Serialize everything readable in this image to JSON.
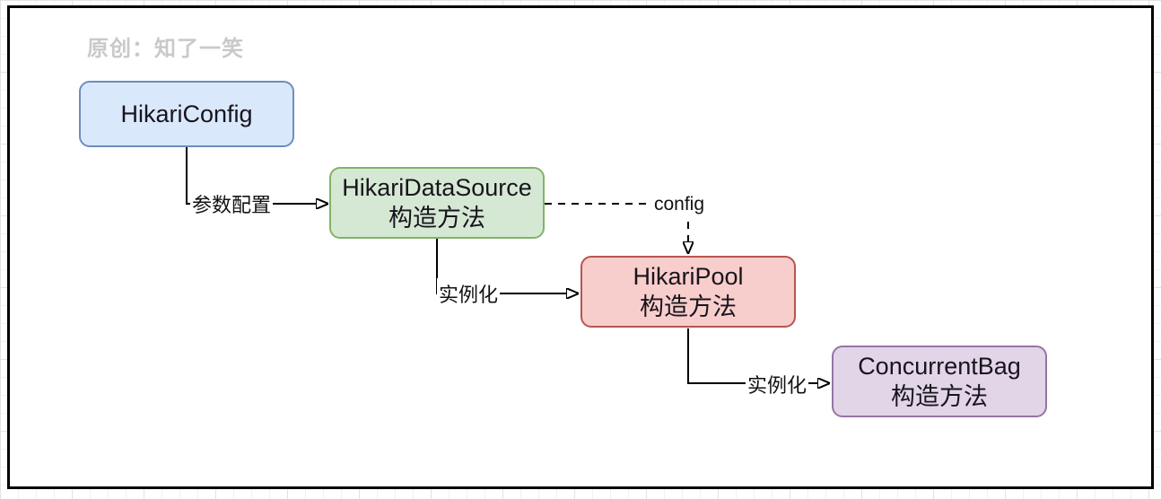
{
  "watermark": "原创：知了一笑",
  "nodes": [
    {
      "id": "hikari-config",
      "title": "HikariConfig",
      "subtitle": "",
      "fill": "#dae8fc",
      "stroke": "#6c8ebf"
    },
    {
      "id": "hikari-datasource",
      "title": "HikariDataSource",
      "subtitle": "构造方法",
      "fill": "#d5e8d4",
      "stroke": "#82b366"
    },
    {
      "id": "hikari-pool",
      "title": "HikariPool",
      "subtitle": "构造方法",
      "fill": "#f8cecc",
      "stroke": "#b85450"
    },
    {
      "id": "concurrent-bag",
      "title": "ConcurrentBag",
      "subtitle": "构造方法",
      "fill": "#e1d5e7",
      "stroke": "#9673a6"
    }
  ],
  "edges": [
    {
      "label": "参数配置",
      "from": "hikari-config",
      "to": "hikari-datasource",
      "style": "solid"
    },
    {
      "label": "config",
      "from": "hikari-datasource",
      "to": "hikari-pool",
      "style": "dashed"
    },
    {
      "label": "实例化",
      "from": "hikari-datasource",
      "to": "hikari-pool",
      "style": "solid"
    },
    {
      "label": "实例化",
      "from": "hikari-pool",
      "to": "concurrent-bag",
      "style": "solid"
    }
  ],
  "colors": {
    "line": "#000000",
    "node_text": "#18141d",
    "watermark": "#c9c9c9",
    "canvas_border": "#000000"
  }
}
